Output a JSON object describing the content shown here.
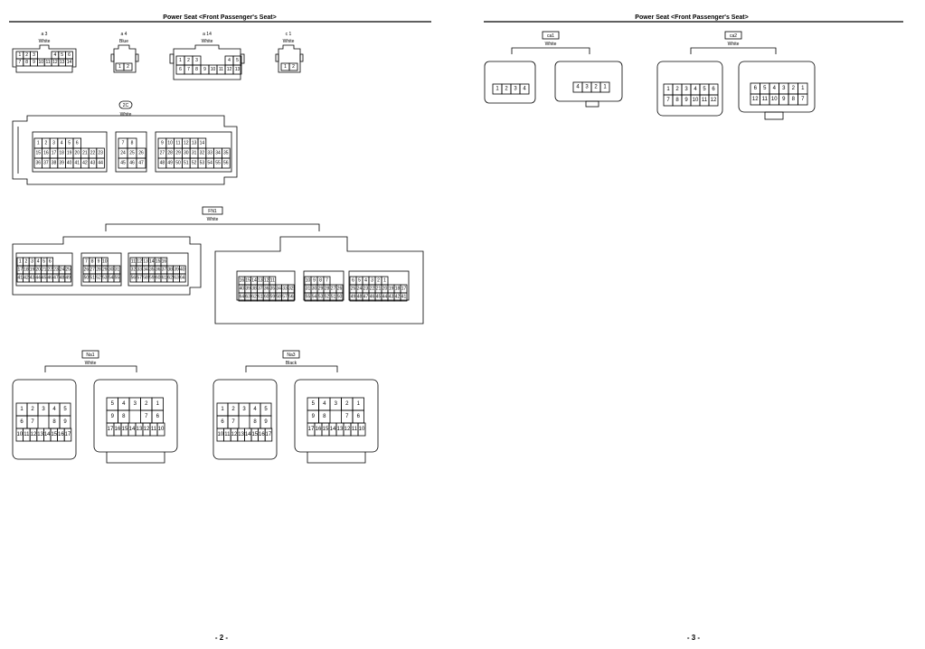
{
  "pages": [
    {
      "header": "Power Seat <Front Passenger's Seat>",
      "page_number": "- 2 -"
    },
    {
      "header": "Power Seat <Front Passenger's Seat>",
      "page_number": "- 3 -"
    }
  ],
  "connectors": {
    "a3": {
      "id": "a 3",
      "color": "White",
      "rows": [
        [
          "1",
          "2",
          "3",
          "",
          "",
          "4",
          "5",
          "6"
        ],
        [
          "7",
          "8",
          "9",
          "10",
          "11",
          "12",
          "13",
          "14"
        ]
      ]
    },
    "a4": {
      "id": "a 4",
      "color": "Blue",
      "rows": [
        [
          "1",
          "2"
        ]
      ]
    },
    "a14": {
      "id": "a 14",
      "color": "White",
      "rows": [
        [
          "1",
          "2",
          "3",
          "",
          "",
          "",
          "4",
          "5"
        ],
        [
          "6",
          "7",
          "8",
          "9",
          "10",
          "11",
          "12",
          "13"
        ]
      ]
    },
    "c1": {
      "id": "c 1",
      "color": "White",
      "rows": [
        [
          "1",
          "2"
        ]
      ]
    },
    "c2": {
      "id": "2C",
      "color": "White",
      "blocks": [
        {
          "rows": [
            [
              "1",
              "2",
              "3",
              "4",
              "5",
              "6"
            ],
            [
              "15",
              "16",
              "17",
              "18",
              "19",
              "20",
              "21",
              "22",
              "23"
            ],
            [
              "36",
              "37",
              "38",
              "39",
              "40",
              "41",
              "42",
              "43",
              "44"
            ]
          ]
        },
        {
          "rows": [
            [
              "7",
              "8"
            ],
            [
              "24",
              "25",
              "26"
            ],
            [
              "45",
              "46",
              "47"
            ]
          ]
        },
        {
          "rows": [
            [
              "9",
              "10",
              "11",
              "12",
              "13",
              "14"
            ],
            [
              "27",
              "28",
              "29",
              "30",
              "31",
              "32",
              "33",
              "34",
              "35"
            ],
            [
              "48",
              "49",
              "50",
              "51",
              "52",
              "53",
              "54",
              "55",
              "56"
            ]
          ]
        }
      ]
    },
    "fn1": {
      "id": "FN1",
      "color": "White",
      "left_blocks": [
        {
          "rows": [
            [
              "1",
              "2",
              "3",
              "4",
              "5",
              "6"
            ],
            [
              "17",
              "18",
              "19",
              "20",
              "21",
              "22",
              "23",
              "24",
              "25"
            ],
            [
              "41",
              "42",
              "43",
              "44",
              "45",
              "46",
              "47",
              "48",
              "49"
            ]
          ]
        },
        {
          "rows": [
            [
              "7",
              "8",
              "9",
              "10"
            ],
            [
              "26",
              "27",
              "28",
              "29",
              "30",
              "31"
            ],
            [
              "50",
              "51",
              "52",
              "53",
              "54",
              "55"
            ]
          ]
        },
        {
          "rows": [
            [
              "11",
              "12",
              "13",
              "14",
              "15",
              "16"
            ],
            [
              "32",
              "33",
              "34",
              "35",
              "36",
              "37",
              "38",
              "39",
              "40"
            ],
            [
              "56",
              "57",
              "58",
              "59",
              "60",
              "61",
              "62",
              "63",
              "64"
            ]
          ]
        }
      ],
      "right_blocks": [
        {
          "rows": [
            [
              "16",
              "15",
              "14",
              "13",
              "12",
              "11"
            ],
            [
              "40",
              "39",
              "38",
              "37",
              "36",
              "35",
              "34",
              "33",
              "32"
            ],
            [
              "64",
              "63",
              "62",
              "61",
              "60",
              "59",
              "58",
              "57",
              "56"
            ]
          ]
        },
        {
          "rows": [
            [
              "10",
              "9",
              "8",
              "7"
            ],
            [
              "31",
              "30",
              "29",
              "28",
              "27",
              "26"
            ],
            [
              "55",
              "54",
              "53",
              "52",
              "51",
              "50"
            ]
          ]
        },
        {
          "rows": [
            [
              "6",
              "5",
              "4",
              "3",
              "2",
              "1"
            ],
            [
              "25",
              "24",
              "23",
              "22",
              "21",
              "20",
              "19",
              "18",
              "17"
            ],
            [
              "49",
              "48",
              "47",
              "46",
              "45",
              "44",
              "43",
              "42",
              "41"
            ]
          ]
        }
      ]
    },
    "na1": {
      "id": "Na1",
      "color": "White",
      "left_rows": [
        [
          "1",
          "2",
          "3",
          "4",
          "5"
        ],
        [
          "6",
          "7",
          "",
          "8",
          "9"
        ],
        [
          "10",
          "11",
          "12",
          "13",
          "14",
          "15",
          "16",
          "17"
        ]
      ],
      "right_rows": [
        [
          "5",
          "4",
          "3",
          "2",
          "1"
        ],
        [
          "9",
          "8",
          "",
          "7",
          "6"
        ],
        [
          "17",
          "16",
          "15",
          "14",
          "13",
          "12",
          "11",
          "10"
        ]
      ]
    },
    "na3": {
      "id": "Na3",
      "color": "Black",
      "left_rows": [
        [
          "1",
          "2",
          "3",
          "4",
          "5"
        ],
        [
          "6",
          "7",
          "",
          "8",
          "9"
        ],
        [
          "10",
          "11",
          "12",
          "13",
          "14",
          "15",
          "16",
          "17"
        ]
      ],
      "right_rows": [
        [
          "5",
          "4",
          "3",
          "2",
          "1"
        ],
        [
          "9",
          "8",
          "",
          "7",
          "6"
        ],
        [
          "17",
          "16",
          "15",
          "14",
          "13",
          "12",
          "11",
          "10"
        ]
      ]
    },
    "ca1": {
      "id": "ca1",
      "color": "White",
      "left_rows": [
        [
          "1",
          "2",
          "3",
          "4"
        ]
      ],
      "right_rows": [
        [
          "4",
          "3",
          "2",
          "1"
        ]
      ]
    },
    "ca2": {
      "id": "ca2",
      "color": "White",
      "left_rows": [
        [
          "1",
          "2",
          "3",
          "4",
          "5",
          "6"
        ],
        [
          "7",
          "8",
          "9",
          "10",
          "11",
          "12"
        ]
      ],
      "right_rows": [
        [
          "6",
          "5",
          "4",
          "3",
          "2",
          "1"
        ],
        [
          "12",
          "11",
          "10",
          "9",
          "8",
          "7"
        ]
      ]
    }
  }
}
